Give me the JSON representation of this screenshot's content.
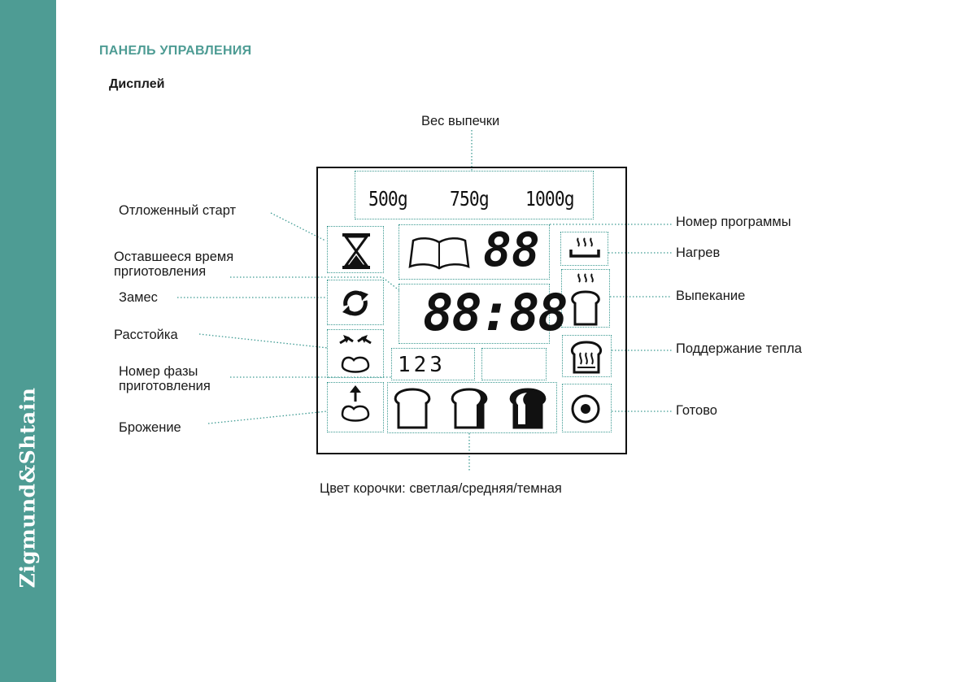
{
  "brand": "Zigmund&Shtain",
  "section_title": "ПАНЕЛЬ УПРАВЛЕНИЯ",
  "subtitle": "Дисплей",
  "labels": {
    "weight": "Вес выпечки",
    "delayed_start": "Отложенный старт",
    "remaining_time_1": "Оставшееся время",
    "remaining_time_2": "пргиотовления",
    "kneading": "Замес",
    "proofing": "Расстойка",
    "phase_number_1": "Номер фазы",
    "phase_number_2": "приготовления",
    "fermentation": "Брожение",
    "program_number": "Номер программы",
    "heating": "Нагрев",
    "baking": "Выпекание",
    "keep_warm": "Поддержание тепла",
    "ready": "Готово",
    "crust_color": "Цвет корочки: светлая/средняя/темная"
  },
  "display": {
    "weights": [
      "500g",
      "750g",
      "1000g"
    ],
    "program_digits": "88",
    "time_digits": "88:88",
    "phase_digits": "123"
  },
  "colors": {
    "accent": "#4e9c94",
    "lcd": "#111111"
  },
  "icons": [
    "hourglass-icon",
    "rotate-arrows-icon",
    "dough-merge-icon",
    "dough-rise-icon",
    "book-icon",
    "heating-icon",
    "baking-bread-icon",
    "keep-warm-icon",
    "ready-icon",
    "light-crust-icon",
    "medium-crust-icon",
    "dark-crust-icon"
  ]
}
